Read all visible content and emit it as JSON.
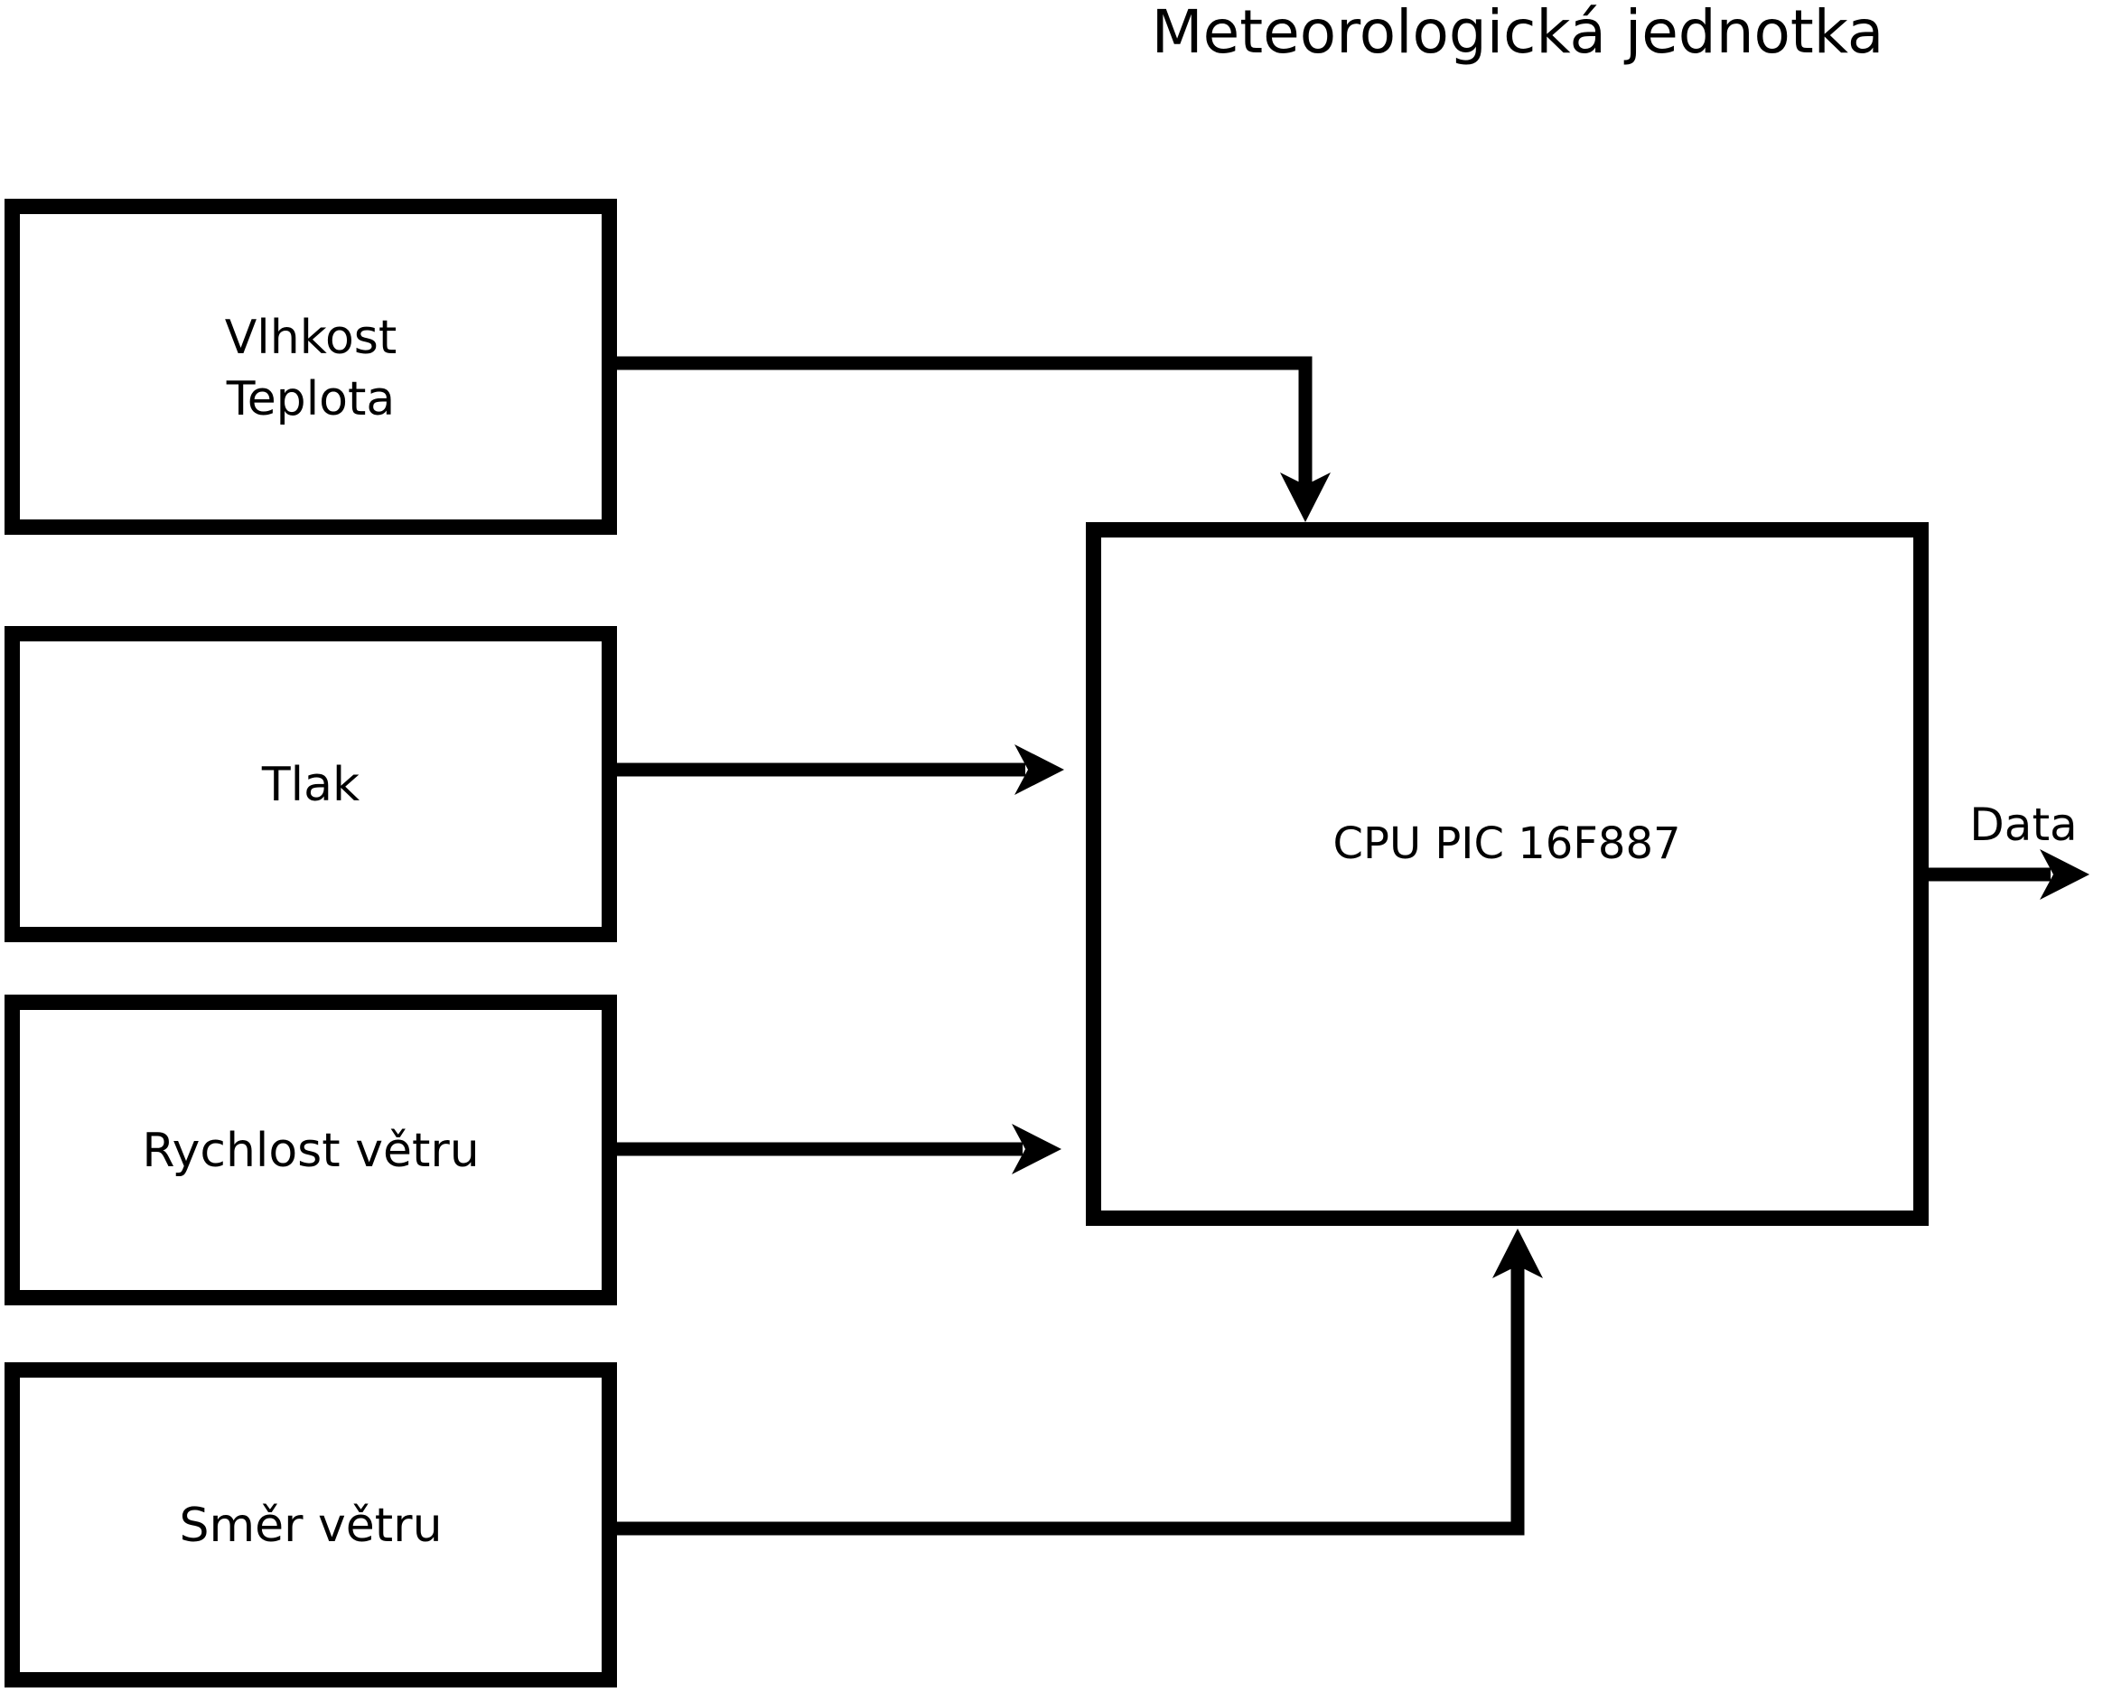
{
  "title": "Meteorologická jednotka",
  "sensors": {
    "humidity_temperature": {
      "line1": "Vlhkost",
      "line2": "Teplota"
    },
    "pressure": {
      "label": "Tlak"
    },
    "wind_speed": {
      "label": "Rychlost větru"
    },
    "wind_direction": {
      "label": "Směr větru"
    }
  },
  "cpu": {
    "label": "CPU PIC 16F887"
  },
  "output": {
    "label": "Data"
  },
  "colors": {
    "line": "#000000",
    "background": "#ffffff"
  }
}
